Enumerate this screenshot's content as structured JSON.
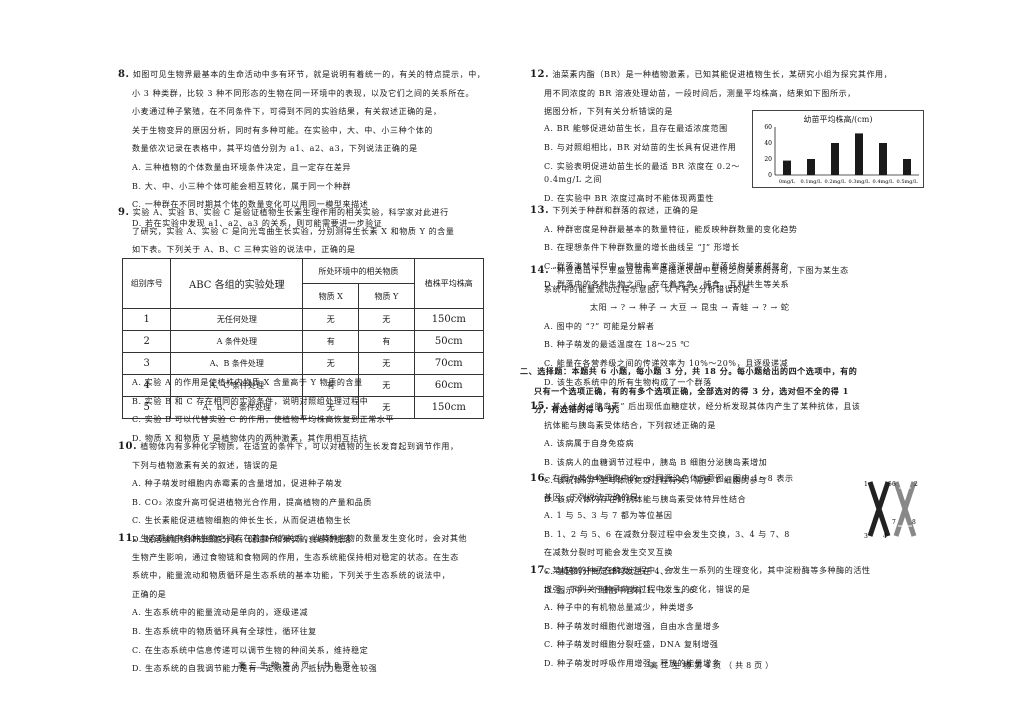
{
  "left": {
    "q8": {
      "num": "8.",
      "lines": [
        "如图可见生物界最基本的生命活动中多有环节，就是说明有着统一的，有关的特点提示，中，",
        "小 3 种类群，比较 3 种不同形态的生物在同一环境中的表现，以及它们之间的关系所在。",
        "小麦通过种子繁殖，在不同条件下，可得到不同的实验结果，有关叙述正确的是，",
        "关于生物变异的原因分析，同时有多种可能。在实验中，大、中、小三种个体的",
        "数量依次记录在表格中，其平均值分别为 a1、a2、a3，下列说法正确的是"
      ],
      "options": [
        "A. 三种植物的个体数量由环境条件决定，且一定存在差异",
        "B. 大、中、小三种个体可能会相互转化，属于同一个种群",
        "C. 一种群在不同时期其个体的数量变化可以用同一模型来描述",
        "D. 若在实验中发现 a1、a2、a3 的关系，则可能需要进一步验证"
      ]
    },
    "q9": {
      "num": "9.",
      "lines": [
        "实验 A、实验 B、实验 C 是验证植物生长素生理作用的相关实验，科学家对此进行",
        "了研究，实验 A、实验 C 是向光弯曲生长实验，分别测得生长素 X 和物质 Y 的含量",
        "如下表。下列关于 A、B、C 三种实验的说法中，正确的是"
      ],
      "table": {
        "col_group": "所处环境中的相关物质",
        "header_group": "ABC 各组的实验处理",
        "col_no": "组别序号",
        "col_x": "物质 X",
        "col_y": "物质 Y",
        "col_h": "植株平均株高",
        "rows": [
          {
            "no": "1",
            "treat": "无任何处理",
            "x": "无",
            "y": "无",
            "h": "150cm"
          },
          {
            "no": "2",
            "treat": "A 条件处理",
            "x": "有",
            "y": "有",
            "h": "50cm"
          },
          {
            "no": "3",
            "treat": "A、B 条件处理",
            "x": "无",
            "y": "无",
            "h": "70cm"
          },
          {
            "no": "4",
            "treat": "A、C 条件处理",
            "x": "有",
            "y": "无",
            "h": "60cm"
          },
          {
            "no": "5",
            "treat": "A、B、C 条件处理",
            "x": "无",
            "y": "无",
            "h": "150cm"
          }
        ]
      },
      "options": [
        "A. 实验 A 的作用是使植株内物质 X 含量高于 Y 物质的含量",
        "B. 实验 B 和 C 存在相同的实验条件，说明对照组处理过程中",
        "C. 实验 B 可以代替实验 C 的作用，使植物平均株高恢复到正常水平",
        "D. 物质 X 和物质 Y 是植物体内的两种激素，其作用相互拮抗"
      ]
    },
    "q10": {
      "num": "10.",
      "lines": [
        "植物体内有多种化学物质，在适宜的条件下，可以对植物的生长发育起到调节作用，",
        "下列与植物激素有关的叙述，错误的是"
      ],
      "options": [
        "A. 种子萌发时细胞内赤霉素的含量增加，促进种子萌发",
        "B. CO₂ 浓度升高可促进植物光合作用，提高植物的产量和品质",
        "C. 生长素能促进植物细胞的伸长生长，从而促进植物生长",
        "D. 脱落酸能够抑制细胞分裂，促进叶和果实的衰老和脱落"
      ]
    },
    "q11": {
      "num": "11.",
      "lines": [
        "生态系统中各种生物之间存在着复杂的关系，当某种生物的数量发生变化时，会对其他",
        "生物产生影响，通过食物链和食物网的作用，生态系统能保持相对稳定的状态。在生态",
        "系统中，能量流动和物质循环是生态系统的基本功能，下列关于生态系统的说法中，",
        "正确的是"
      ],
      "options": [
        "A. 生态系统中的能量流动是单向的，逐级递减",
        "B. 生态系统中的物质循环具有全球性，循环往复",
        "C. 在生态系统中信息传递可以调节生物的种间关系，维持稳定",
        "D. 生态系统的自我调节能力是有一定限度的，抵抗力稳定性较强"
      ]
    },
    "footer": "高二生物第3页（共8页）"
  },
  "right": {
    "q12": {
      "num": "12.",
      "lines": [
        "油菜素内酯（BR）是一种植物激素，已知其能促进植物生长，某研究小组为探究其作用，",
        "用不同浓度的 BR 溶液处理幼苗，一段时间后，测量平均株高，结果如下图所示，",
        "据图分析，下列有关分析错误的是"
      ],
      "options": [
        "A. BR 能够促进幼苗生长，且存在最适浓度范围",
        "B. 与对照组相比，BR 对幼苗的生长具有促进作用",
        "C. 实验表明促进幼苗生长的最适 BR 浓度在 0.2～0.4mg/L 之间",
        "D. 在实验中 BR 浓度过高时不能体现两重性"
      ]
    },
    "chart_data": {
      "type": "bar",
      "title": "幼苗平均株高/(cm)",
      "categories": [
        "0mg/L",
        "0.1mg/L",
        "0.2mg/L",
        "0.3mg/L",
        "0.4mg/L",
        "0.5mg/L"
      ],
      "values": [
        18,
        20,
        40,
        52,
        40,
        20
      ],
      "yticks": [
        "60",
        "40",
        "20",
        "0"
      ],
      "ylim": [
        0,
        60
      ]
    },
    "q13": {
      "num": "13.",
      "lines": [
        "下列关于种群和群落的叙述，正确的是"
      ],
      "options": [
        "A. 种群密度是种群最基本的数量特征，能反映种群数量的变化趋势",
        "B. 在理想条件下种群数量的增长曲线呈 “J” 形增长",
        "C. 群落演替过程中，物种丰富度逐渐增加，群落结构越来越复杂",
        "D. 群落中的各种生物之间，存在着竞争、捕食、互利共生等关系"
      ]
    },
    "q14": {
      "num": "14.",
      "lines": [
        "“种豆南山下，草盛豆苗稀” 是描述农田中生物之间关系的诗句，下图为某生态",
        "系统中的能量流动过程示意图，以下有关分析错误的是"
      ],
      "flow": "太阳 → ? → 种子 → 大豆 → 昆虫 → 青蛙 → ? → 蛇",
      "options": [
        "A. 图中的 “?” 可能是分解者",
        "B. 种子萌发的最适温度在 18～25 ℃",
        "C. 能量在各营养级之间的传递效率为 10%～20%，且逐级递减",
        "D. 该生态系统中的所有生物构成了一个群落"
      ]
    },
    "section2": {
      "label": "二、选择题：",
      "lines": [
        "本题共 6 小题，每小题 3 分，共 18 分。每小题给出的四个选项中，有的",
        "只有一个选项正确，有的有多个选项正确，全部选对的得 3 分，选对但不全的得 1",
        "分，有选错的得 0 分。"
      ]
    },
    "q15": {
      "num": "15.",
      "lines": [
        "某人注射 “胰岛素” 后出现低血糖症状，经分析发现其体内产生了某种抗体，且该",
        "抗体能与胰岛素受体结合，下列叙述正确的是"
      ],
      "options": [
        "A. 该病属于自身免疫病",
        "B. 该病人的血糖调节过程中，胰岛 B 细胞分泌胰岛素增加",
        "C. 该抗体的产生与体液免疫过程有关，需要 T 细胞的参与",
        "D. 该病人体内存在的抗体能与胰岛素受体特异性结合"
      ]
    },
    "q16": {
      "num": "16.",
      "lines": [
        "右图为某生物细胞中的一对同源染色体示意图，图中 1～8 表示",
        "基因，下列说法正确的是"
      ],
      "options": [
        "A. 1 与 5、3 与 7 都为等位基因",
        "B. 1、2 与 5、6 在减数分裂过程中会发生交换，3、4 与 7、8",
        "    在减数分裂时可能会发生交叉互换",
        "C. 基因的分离定律可发生在 4、7",
        "D. 图示中一个细胞中含有 1、2、5、6"
      ],
      "chromosome_labels": [
        "1",
        "2",
        "3",
        "4",
        "5",
        "6",
        "7",
        "8"
      ]
    },
    "q17": {
      "num": "17.",
      "lines": [
        "某植物的种子在萌发过程中，会发生一系列的生理变化，其中淀粉酶等多种酶的活性",
        "增强，下列关于种子萌发过程中发生的变化，错误的是"
      ],
      "options": [
        "A. 种子中的有机物总量减少，种类增多",
        "B. 种子萌发时细胞代谢增强，自由水含量增多",
        "C. 种子萌发时细胞分裂旺盛，DNA 复制增强",
        "D. 种子萌发时呼吸作用增强，释放的能量增多"
      ]
    },
    "footer": "高二生物第4页（共8页）"
  }
}
